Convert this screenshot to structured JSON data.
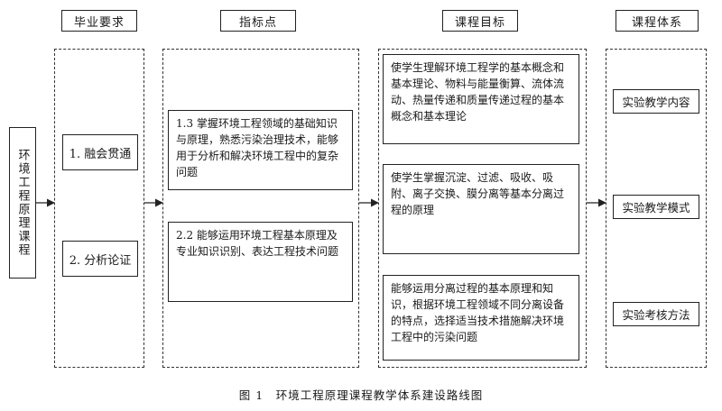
{
  "headers": {
    "requirements": "毕业要求",
    "indicators": "指标点",
    "objectives": "课程目标",
    "system": "课程体系"
  },
  "course": "环境工程原理课程",
  "requirements": [
    "1. 融会贯通",
    "2. 分析论证"
  ],
  "indicators": [
    "1.3 掌握环境工程领域的基础知识与原理，熟悉污染治理技术，能够用于分析和解决环境工程中的复杂问题",
    "2.2 能够运用环境工程基本原理及专业知识识别、表达工程技术问题"
  ],
  "objectives": [
    "使学生理解环境工程学的基本概念和基本理论、物料与能量衡算、流体流动、热量传递和质量传递过程的基本概念和基本理论",
    "使学生掌握沉淀、过滤、吸收、吸附、离子交换、膜分离等基本分离过程的原理",
    "能够运用分离过程的基本原理和知识，根据环境工程领域不同分离设备的特点，选择适当技术措施解决环境工程中的污染问题"
  ],
  "system": [
    "实验教学内容",
    "实验教学模式",
    "实验考核方法"
  ],
  "caption": "图 1　环境工程原理课程教学体系建设路线图"
}
